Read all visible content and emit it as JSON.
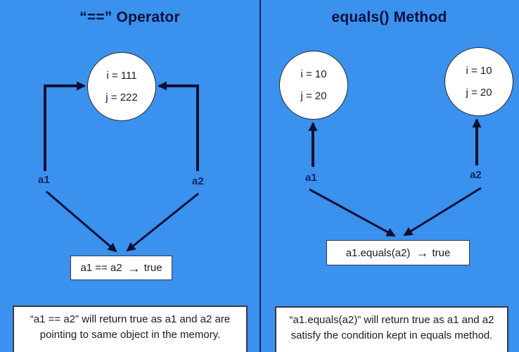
{
  "colors": {
    "background": "#3A91EE",
    "divider": "#1c1c6b",
    "arrow_line": "#0d1030",
    "title_text": "#0b1038",
    "ref_label_text": "#16255e",
    "box_background": "#ffffff",
    "box_border": "#3a3a3a",
    "box_text": "#1c1c1c"
  },
  "panels": {
    "left": {
      "title": "“==” Operator",
      "object": {
        "line1": "i = 111",
        "line2": "j = 222"
      },
      "ref1": "a1",
      "ref2": "a2",
      "result": {
        "expr": "a1 == a2",
        "arrow": "→",
        "value": "true"
      },
      "note_line1": "“a1 == a2” will return true as a1 and a2 are",
      "note_line2": "pointing to same object in the memory."
    },
    "right": {
      "title": "equals() Method",
      "object1": {
        "line1": "i = 10",
        "line2": "j = 20"
      },
      "object2": {
        "line1": "i = 10",
        "line2": "j = 20"
      },
      "ref1": "a1",
      "ref2": "a2",
      "result": {
        "expr": "a1.equals(a2)",
        "arrow": "→",
        "value": "true"
      },
      "note_line1": "“a1.equals(a2)” will return true as a1 and a2",
      "note_line2": "satisfy the condition kept in equals method."
    }
  }
}
